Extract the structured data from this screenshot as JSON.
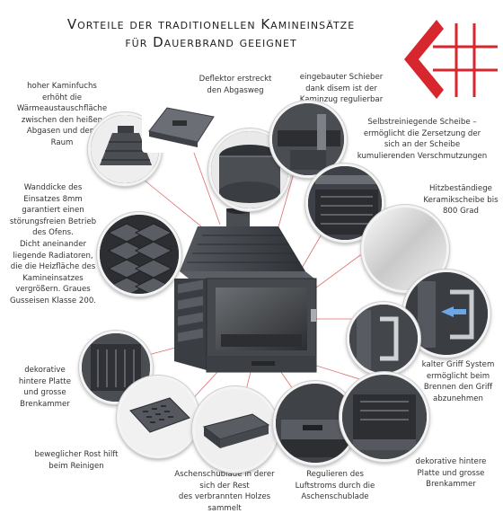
{
  "title": {
    "line1": "Vorteile der traditionellen Kamineinsätze",
    "line2": "für Dauerbrand geeignet"
  },
  "colors": {
    "accent": "#d7262d",
    "cast_iron": "#3d4046",
    "text": "#333333"
  },
  "labels": {
    "kaminfuchs": [
      "hoher Kaminfuchs",
      "erhöht die",
      "Wärmeaustauschfläche",
      "zwischen den heißen",
      "Abgasen und dem",
      "Raum"
    ],
    "deflektor": [
      "Deflektor erstreckt",
      "den Abgasweg"
    ],
    "schieber": [
      "eingebauter Schieber",
      "dank disem ist der",
      "Kaminzug regulierbar"
    ],
    "scheibe": [
      "Selbstreiniegende Scheibe –",
      "ermöglicht die Zersetzung der",
      "sich an der Scheibe",
      "kumulierenden Verschmutzungen"
    ],
    "keramik": [
      "Hitzbeständiege",
      "Keramikscheibe bis",
      "800 Grad"
    ],
    "wanddicke": [
      "Wanddicke des",
      "Einsatzes 8mm",
      "garantiert einen",
      "störungsfreien Betrieb",
      "des Ofens.",
      "Dicht aneinander",
      "liegende Radiatoren,",
      "die die Heizfläche des",
      "Kamineinsatzes",
      "vergrößern. Graues",
      "Gusseisen Klasse 200."
    ],
    "platte_links": [
      "dekorative",
      "hintere Platte",
      "und grosse",
      "Brenkammer"
    ],
    "griff": [
      "kalter Griff System",
      "ermöglicht beim",
      "Brennen den Griff",
      "abzunehmen"
    ],
    "rost": [
      "beweglicher Rost hilft",
      "beim Reinigen"
    ],
    "schublade": [
      "Aschenschublade in derer",
      "sich der Rest",
      "des verbrannten Holzes",
      "sammelt"
    ],
    "luftstrom": [
      "Regulieren des",
      "Luftstroms durch die",
      "Aschenschublade"
    ],
    "platte_rechts": [
      "dekorative hintere",
      "Platte und grosse",
      "Brenkammer"
    ]
  },
  "icons": [
    "logo-mark",
    "kaminfuchs-detail",
    "deflektor-plate",
    "flue-damper",
    "schieber-detail",
    "glass-detail",
    "ceramic-glass",
    "radiator-ribs",
    "cold-handle",
    "handle-detail",
    "back-plate-left",
    "grate",
    "ash-drawer",
    "air-control",
    "back-plate-right",
    "fireplace-insert"
  ]
}
